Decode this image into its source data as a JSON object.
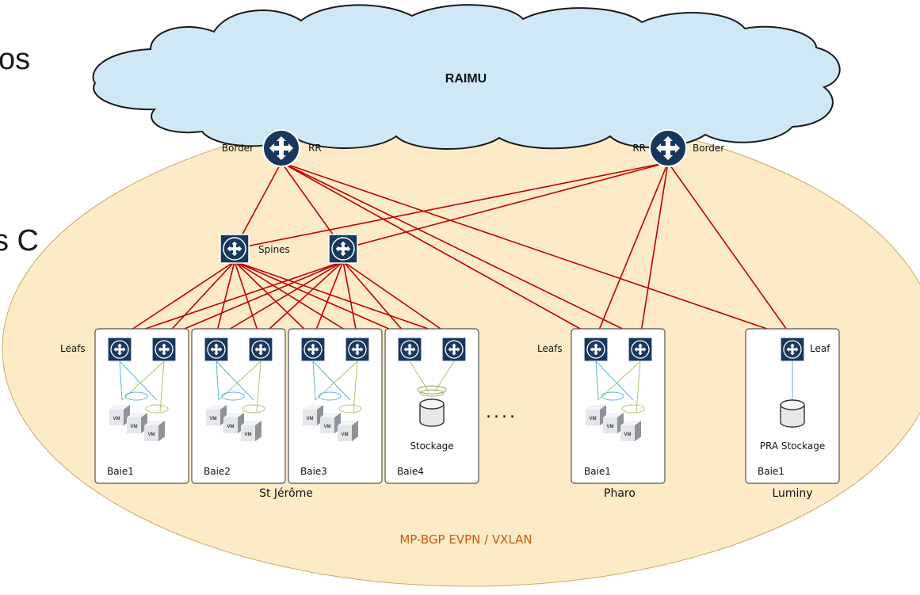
{
  "slide_fragments": {
    "top": "os",
    "middle": "s C"
  },
  "cloud": {
    "label": "RAIMU"
  },
  "border_routers": [
    {
      "left_label": "Border",
      "right_label": "RR"
    },
    {
      "left_label": "RR",
      "right_label": "Border"
    }
  ],
  "spines": {
    "label": "Spines"
  },
  "leafs_labels": {
    "st_jerome": "Leafs",
    "pharo": "Leafs",
    "luminy": "Leaf"
  },
  "racks": [
    {
      "label": "Baie1",
      "content": "vm"
    },
    {
      "label": "Baie2",
      "content": "vm"
    },
    {
      "label": "Baie3",
      "content": "vm"
    },
    {
      "label": "Baie4",
      "content": "storage",
      "storage_label": "Stockage"
    },
    {
      "label": "Baie1",
      "content": "vm"
    },
    {
      "label": "Baie1",
      "content": "storage",
      "storage_label": "PRA Stockage"
    }
  ],
  "vm_label": "VM",
  "ellipsis": "....",
  "sites": {
    "st_jerome": "St Jérôme",
    "pharo": "Pharo",
    "luminy": "Luminy"
  },
  "overlay_label": "MP-BGP EVPN / VXLAN",
  "colors": {
    "cloud_fill": "#cfe8f6",
    "domain_fill": "#fdebc7",
    "link_red": "#c00000",
    "router_blue": "#17375e",
    "overlay_text": "#c55a11",
    "vm_link_blue": "#5ab4d6",
    "vm_link_green": "#a9c46c"
  }
}
